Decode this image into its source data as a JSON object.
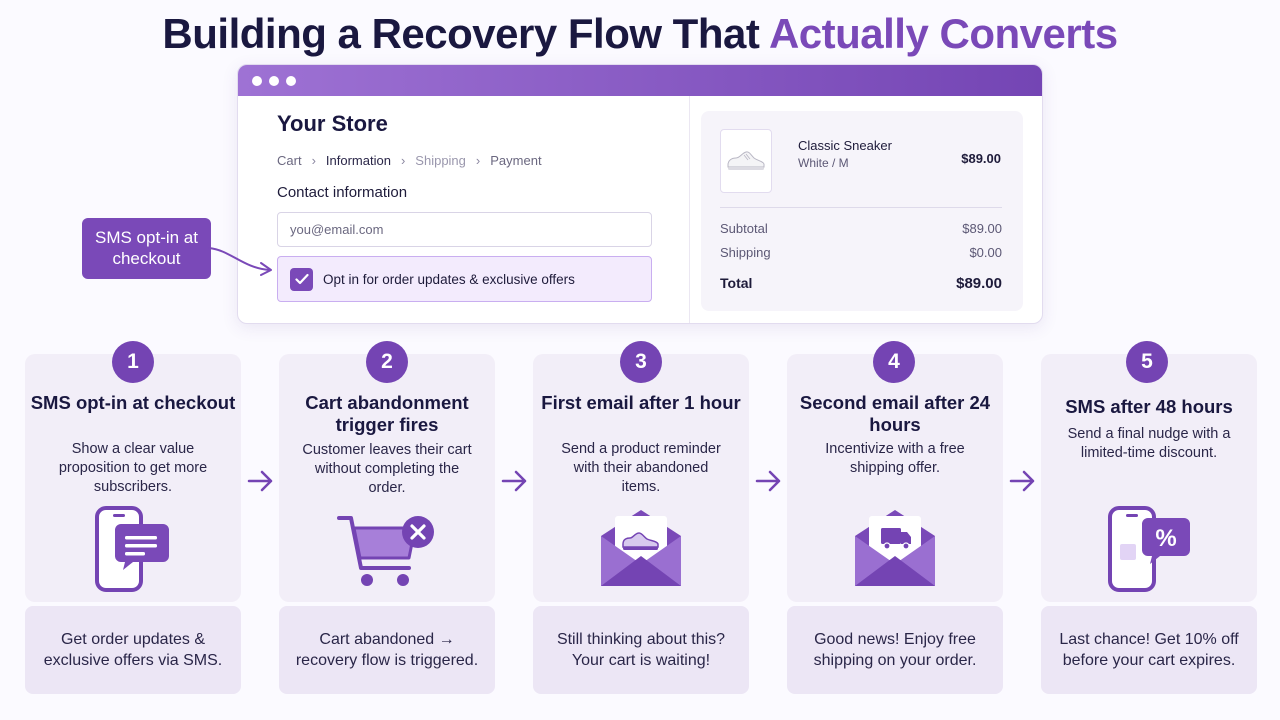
{
  "title": {
    "main": "Building a Recovery Flow That ",
    "accent": "Actually Converts"
  },
  "checkout": {
    "store_name": "Your Store",
    "breadcrumbs": [
      "Cart",
      "Information",
      "Shipping",
      "Payment"
    ],
    "contact_label": "Contact information",
    "email_placeholder": "you@email.com",
    "optin_label": "Opt in for order updates & exclusive offers",
    "optin_checked": true,
    "product": {
      "name": "Classic Sneaker",
      "variant": "White / M",
      "price": "$89.00"
    },
    "subtotal_label": "Subtotal",
    "subtotal": "$89.00",
    "shipping_label": "Shipping",
    "shipping": "$0.00",
    "total_label": "Total",
    "total": "$89.00"
  },
  "callout": "SMS opt-in at checkout",
  "steps": [
    {
      "num": "1",
      "title": "SMS opt-in at checkout",
      "desc": "Show a clear value proposition to get more subscribers.",
      "icon": "phone-chat-icon",
      "message": "Get order updates & exclusive offers via SMS."
    },
    {
      "num": "2",
      "title": "Cart abandonment trigger fires",
      "desc": "Customer leaves their cart without completing the order.",
      "icon": "cart-x-icon",
      "message": "Cart abandoned → recovery flow is triggered."
    },
    {
      "num": "3",
      "title": "First email after 1 hour",
      "desc": "Send a product reminder with their abandoned items.",
      "icon": "envelope-sneaker-icon",
      "message": "Still thinking about this? Your cart is waiting!"
    },
    {
      "num": "4",
      "title": "Second email after 24 hours",
      "desc": "Incentivize with a free shipping offer.",
      "icon": "envelope-truck-icon",
      "message": "Good news! Enjoy free shipping on your order."
    },
    {
      "num": "5",
      "title": "SMS after 48 hours",
      "desc": "Send a final nudge with a limited-time discount.",
      "icon": "phone-percent-icon",
      "message": "Last chance! Get 10% off before your cart expires."
    }
  ],
  "colors": {
    "accent": "#7a49b8",
    "dark": "#1a1840",
    "card": "#f2eef8"
  }
}
